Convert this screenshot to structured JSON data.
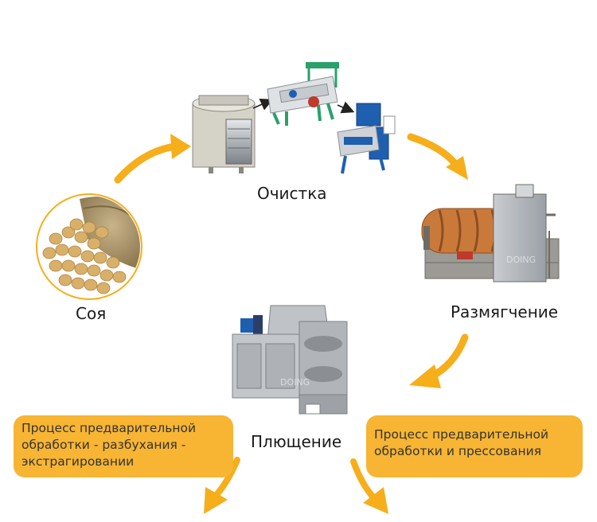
{
  "steps": {
    "soy": "Соя",
    "cleaning": "Очистка",
    "softening": "Размягчение",
    "flaking": "Плющение"
  },
  "bubbles": {
    "left": {
      "lines": [
        "Процесс предварительной",
        "обработки - разбухания -",
        "экстрагировании"
      ]
    },
    "right": {
      "lines": [
        "Процесс предварительной",
        "обработки и прессования"
      ]
    }
  },
  "watermark": "DOING",
  "colors": {
    "arrow": "#f6ae1a",
    "bubble": "#f7b533",
    "machine_gray": "#b8bcc0",
    "machine_blue": "#1f5fb0",
    "machine_green": "#2aa06b",
    "frame_red": "#c0392b"
  },
  "icons": [
    "soybean-sack-icon",
    "cleaning-machines-icon",
    "rotary-conditioner-icon",
    "flaking-mill-icon"
  ]
}
